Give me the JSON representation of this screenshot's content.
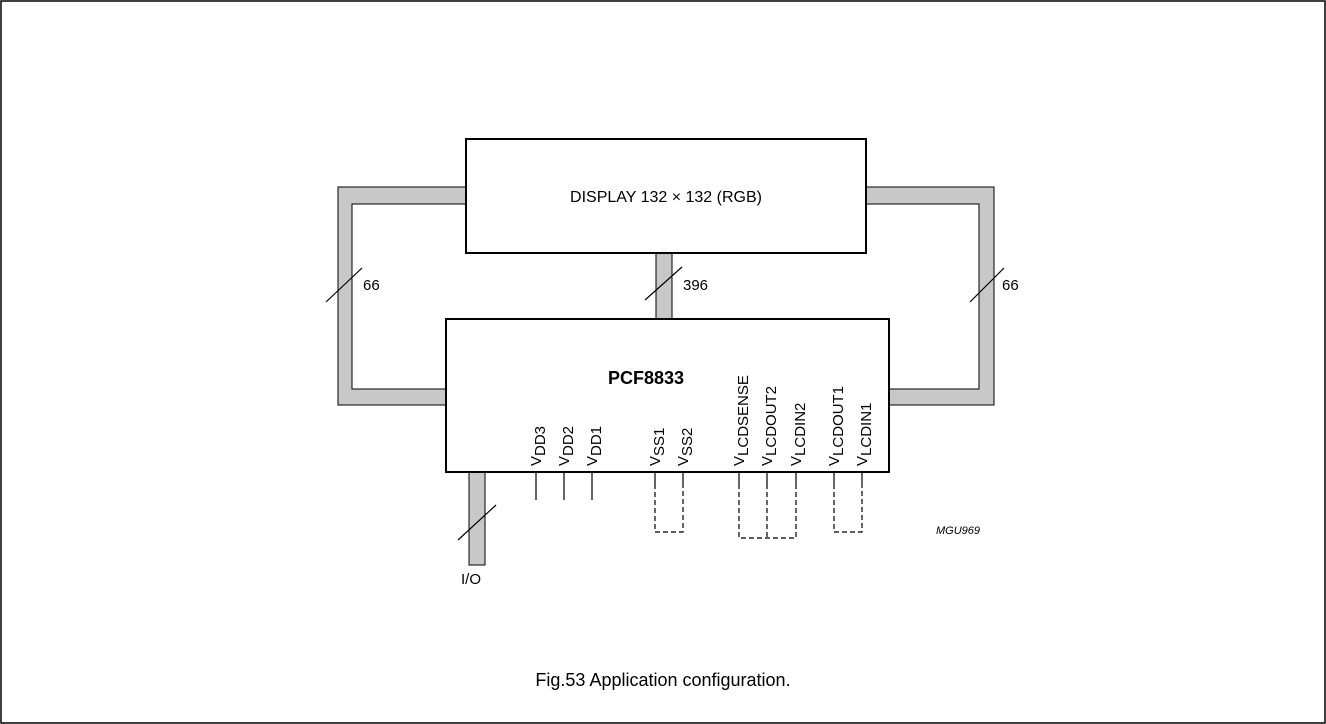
{
  "display": {
    "label": "DISPLAY 132 × 132 (RGB)"
  },
  "chip": {
    "label": "PCF8833"
  },
  "buses": {
    "left": "66",
    "center": "396",
    "right": "66",
    "io": "I/O"
  },
  "pins": [
    {
      "main": "V",
      "sub": "DD3"
    },
    {
      "main": "V",
      "sub": "DD2"
    },
    {
      "main": "V",
      "sub": "DD1"
    },
    {
      "main": "V",
      "sub": "SS1"
    },
    {
      "main": "V",
      "sub": "SS2"
    },
    {
      "main": "V",
      "sub": "LCDSENSE"
    },
    {
      "main": "V",
      "sub": "LCDOUT2"
    },
    {
      "main": "V",
      "sub": "LCDIN2"
    },
    {
      "main": "V",
      "sub": "LCDOUT1"
    },
    {
      "main": "V",
      "sub": "LCDIN1"
    }
  ],
  "reference": "MGU969",
  "caption": "Fig.53  Application configuration.",
  "colors": {
    "bus_fill": "#c8c8c8",
    "line": "#000000"
  }
}
